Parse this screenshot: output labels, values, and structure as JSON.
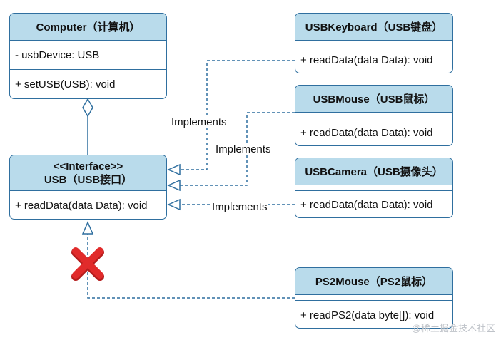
{
  "classes": {
    "computer": {
      "name": "Computer（计算机）",
      "attribute": "- usbDevice: USB",
      "method": "+ setUSB(USB): void"
    },
    "usb": {
      "stereotype": "<<Interface>>",
      "name": "USB（USB接口）",
      "method": "+ readData(data Data): void"
    },
    "keyboard": {
      "name": "USBKeyboard（USB键盘）",
      "method": "+ readData(data Data): void"
    },
    "mouse": {
      "name": "USBMouse（USB鼠标）",
      "method": "+ readData(data Data): void"
    },
    "camera": {
      "name": "USBCamera（USB摄像头）",
      "method": "+ readData(data Data): void"
    },
    "ps2mouse": {
      "name": "PS2Mouse（PS2鼠标）",
      "method": "+ readPS2(data byte[]): void"
    }
  },
  "relations": {
    "keyboard_label": "Implements",
    "mouse_label": "Implements",
    "camera_label": "Implements"
  },
  "colors": {
    "header_fill": "#b9dbeb",
    "border": "#2f6f9f",
    "cross": "#e12b2b"
  },
  "watermark": "@稀土掘金技术社区"
}
